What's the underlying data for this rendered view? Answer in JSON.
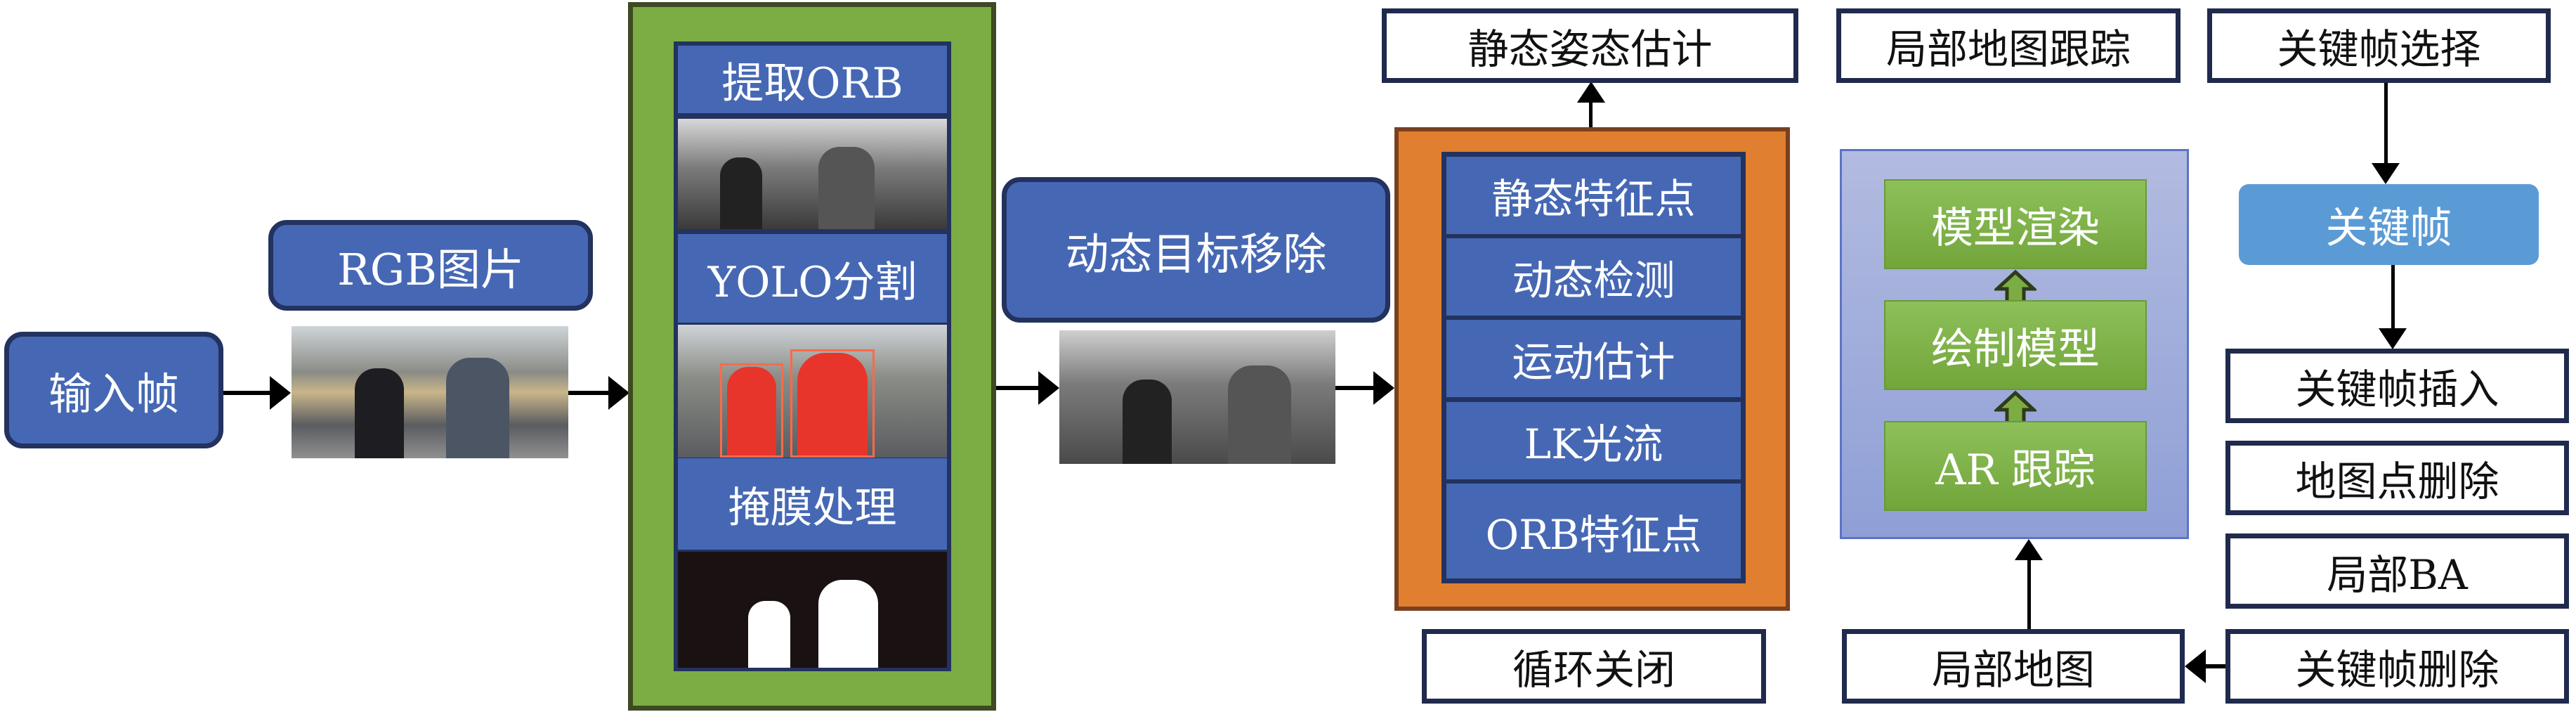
{
  "input_frame": "输入帧",
  "rgb_image_label": "RGB图片",
  "segmentation_panel": {
    "extract_orb": "提取ORB",
    "yolo_segmentation": "YOLO分割",
    "mask_processing": "掩膜处理"
  },
  "dynamic_removal": "动态目标移除",
  "tracking_panel": {
    "rows": [
      "静态特征点",
      "动态检测",
      "运动估计",
      "LK光流",
      "ORB特征点"
    ]
  },
  "static_pose_estimation": "静态姿态估计",
  "loop_closing": "循环关闭",
  "local_map_tracking": "局部地图跟踪",
  "ar_panel": {
    "items": [
      "模型渲染",
      "绘制模型",
      "AR 跟踪"
    ]
  },
  "local_map": "局部地图",
  "keyframe_selection": "关键帧选择",
  "keyframe": "关键帧",
  "mapping_steps": [
    "关键帧插入",
    "地图点删除",
    "局部BA",
    "关键帧删除"
  ],
  "colors": {
    "blue": "#4668b4",
    "green": "#7cac44",
    "orange": "#e07f2f",
    "ar_panel": "#a3aedb",
    "keyframe": "#5b9bd5"
  }
}
